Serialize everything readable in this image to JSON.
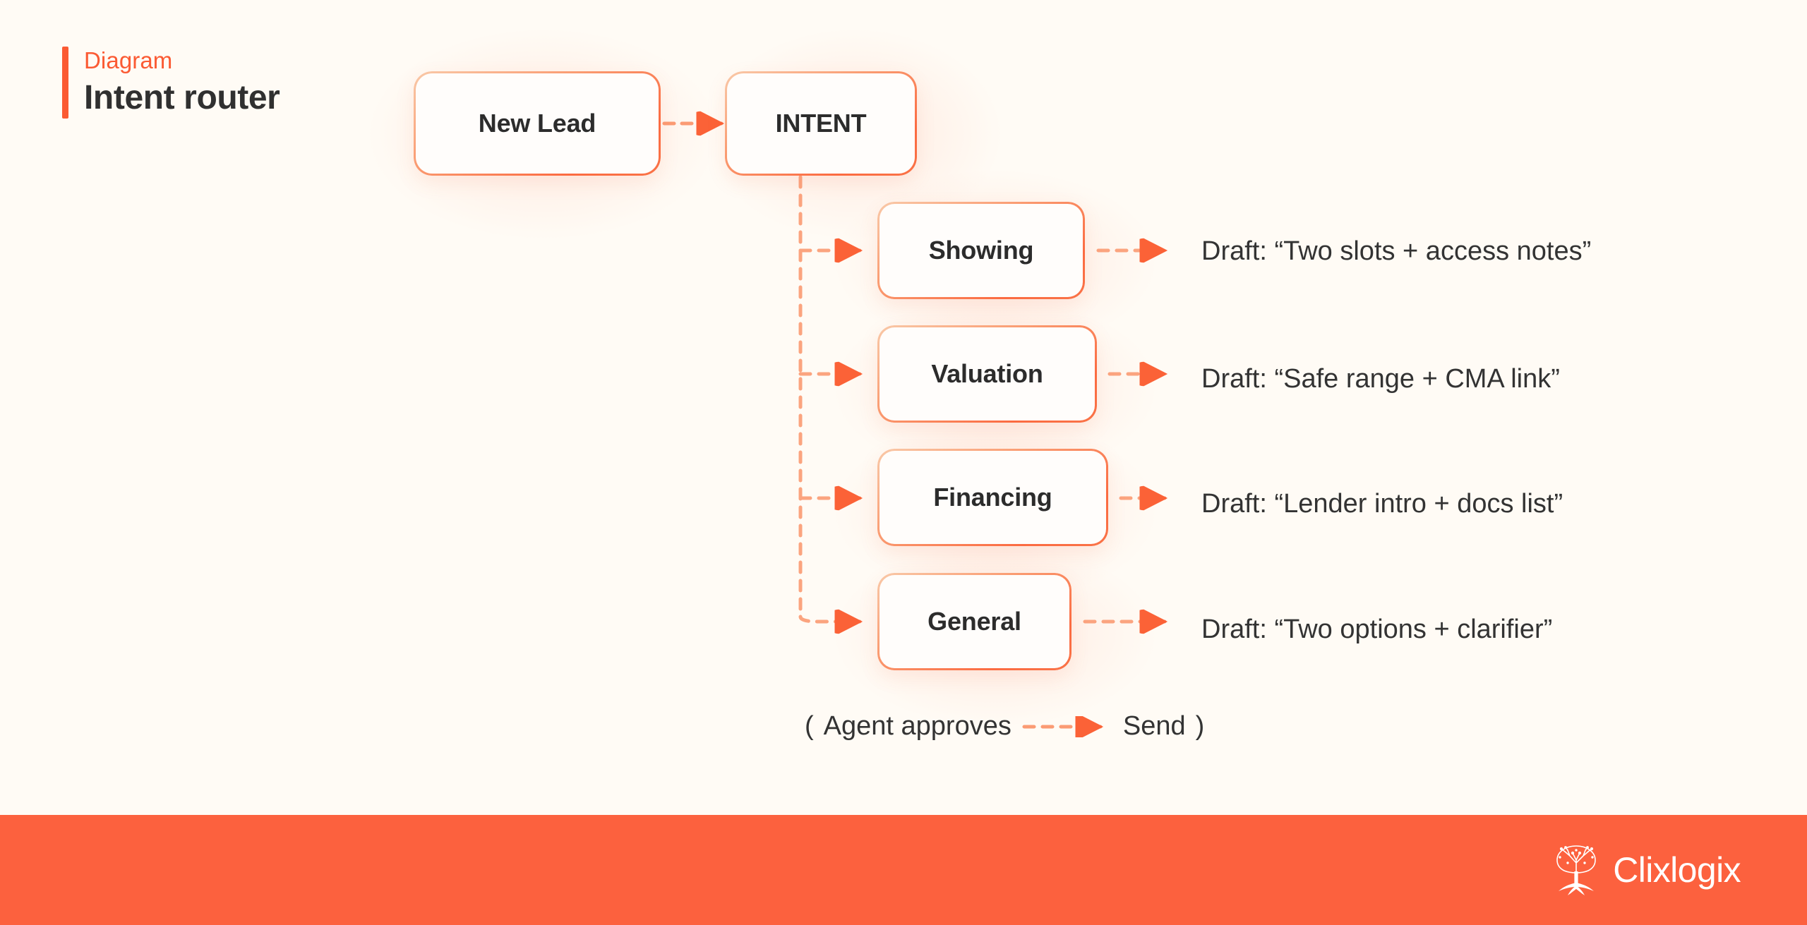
{
  "page": {
    "background_color": "#FFFBF5",
    "accent_color": "#FB5A33",
    "footer_color": "#FC613E",
    "text_color": "#303030"
  },
  "header": {
    "eyebrow": "Diagram",
    "title": "Intent router"
  },
  "diagram": {
    "entry_node": {
      "label": "New Lead"
    },
    "router_node": {
      "label": "INTENT"
    },
    "branches": [
      {
        "intent": "Showing",
        "draft": "Draft: “Two slots + access notes”"
      },
      {
        "intent": "Valuation",
        "draft": "Draft: “Safe range + CMA link”"
      },
      {
        "intent": "Financing",
        "draft": "Draft: “Lender intro + docs list”"
      },
      {
        "intent": "General",
        "draft": "Draft: “Two options + clarifier”"
      }
    ],
    "approval": {
      "open_paren": "(",
      "condition": "Agent approves",
      "action": "Send",
      "close_paren": ")"
    }
  },
  "footer": {
    "brand_name": "Clixlogix",
    "logo_icon": "tree-logo-icon"
  }
}
